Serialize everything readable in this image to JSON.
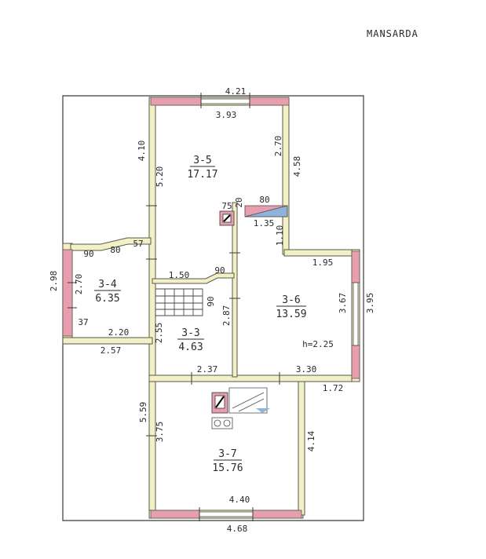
{
  "title": "MANSARDA",
  "rooms": [
    {
      "id": "3-5",
      "area": "17.17"
    },
    {
      "id": "3-4",
      "area": "6.35"
    },
    {
      "id": "3-3",
      "area": "4.63"
    },
    {
      "id": "3-6",
      "area": "13.59"
    },
    {
      "id": "3-7",
      "area": "15.76"
    }
  ],
  "dims": {
    "d421": "4.21",
    "d393": "3.93",
    "d410": "4.10",
    "d520": "5.20",
    "d270a": "2.70",
    "d458": "4.58",
    "d80": "80",
    "d75": "75",
    "d20": "20",
    "d135": "1.35",
    "d110": "1.10",
    "d195": "1.95",
    "d90a": "90",
    "d80b": "80",
    "d57": "57",
    "d298": "2.98",
    "d270b": "2.70",
    "d37": "37",
    "d220": "2.20",
    "d257": "2.57",
    "d150": "1.50",
    "d90b": "90",
    "d90c": "90",
    "d255": "2.55",
    "d287": "2.87",
    "d367": "3.67",
    "d395": "3.95",
    "h225": "h=2.25",
    "d237": "2.37",
    "d330": "3.30",
    "d172": "1.72",
    "d559": "5.59",
    "d375": "3.75",
    "d414": "4.14",
    "d440": "4.40",
    "d468": "4.68"
  },
  "colors": {
    "wall_fill": "#f3efc6",
    "wall_stroke": "#5a5a48",
    "window": "#e79fb0",
    "outline": "#3a3a3a",
    "glass": "#8fb3d9"
  }
}
